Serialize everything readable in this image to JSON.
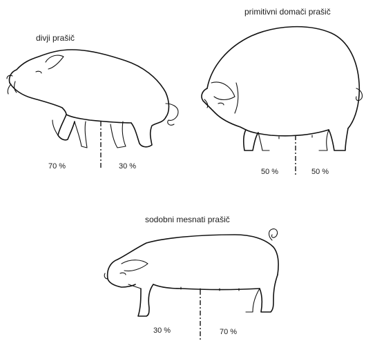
{
  "figures": [
    {
      "title": "divji prašič",
      "left_percent": "70 %",
      "right_percent": "30 %"
    },
    {
      "title": "primitivni domači prašič",
      "left_percent": "50 %",
      "right_percent": "50 %"
    },
    {
      "title": "sodobni mesnati prašič",
      "left_percent": "30 %",
      "right_percent": "70 %"
    }
  ]
}
